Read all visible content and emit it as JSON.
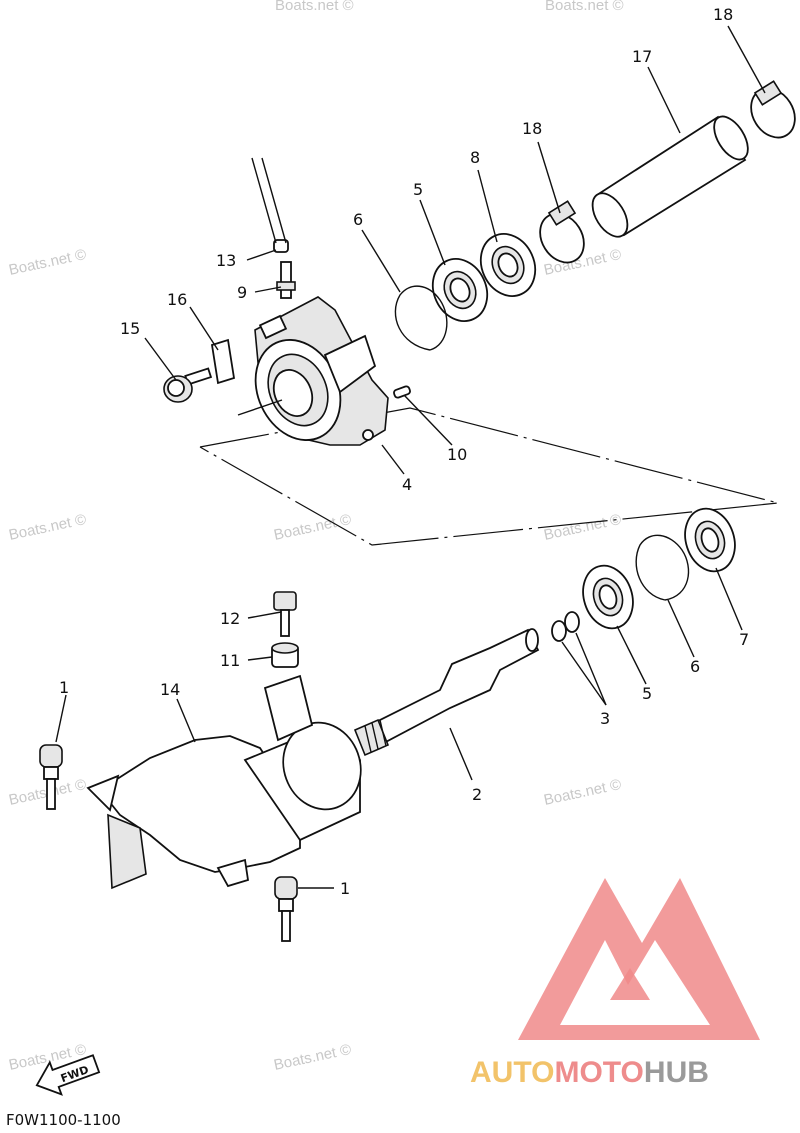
{
  "diagram": {
    "callouts": [
      {
        "id": "18",
        "text": "18"
      },
      {
        "id": "17",
        "text": "17"
      },
      {
        "id": "18b",
        "text": "18"
      },
      {
        "id": "8",
        "text": "8"
      },
      {
        "id": "5",
        "text": "5"
      },
      {
        "id": "6",
        "text": "6"
      },
      {
        "id": "13",
        "text": "13"
      },
      {
        "id": "9",
        "text": "9"
      },
      {
        "id": "16",
        "text": "16"
      },
      {
        "id": "15",
        "text": "15"
      },
      {
        "id": "10",
        "text": "10"
      },
      {
        "id": "4",
        "text": "4"
      },
      {
        "id": "12",
        "text": "12"
      },
      {
        "id": "11",
        "text": "11"
      },
      {
        "id": "1",
        "text": "1"
      },
      {
        "id": "14",
        "text": "14"
      },
      {
        "id": "7",
        "text": "7"
      },
      {
        "id": "6b",
        "text": "6"
      },
      {
        "id": "5b",
        "text": "5"
      },
      {
        "id": "3",
        "text": "3"
      },
      {
        "id": "2",
        "text": "2"
      },
      {
        "id": "1b",
        "text": "1"
      }
    ],
    "watermark": "Boats.net ©",
    "fwd_label": "FWD",
    "figure_code": "F0W1100-1100"
  },
  "brand": {
    "part1": "AUTO",
    "part2": "MOTO",
    "part3": "HUB",
    "colors": {
      "logo_red": "#f08a8a",
      "auto": "#f2c36a",
      "moto": "#ee8c8c",
      "hub": "#9a9a9a"
    }
  }
}
